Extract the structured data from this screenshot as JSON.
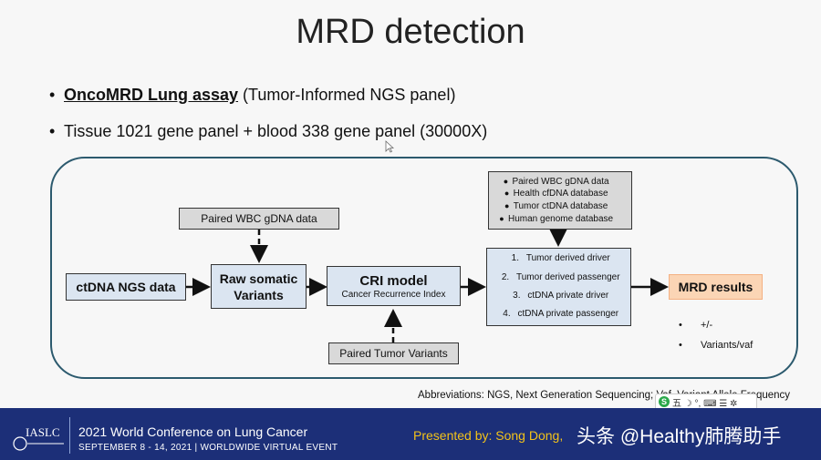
{
  "title": "MRD detection",
  "bullets": [
    {
      "bold_underlined": "OncoMRD Lung assay",
      "rest": " (Tumor-Informed NGS panel)"
    },
    {
      "bold_underlined": "",
      "rest": "Tissue 1021 gene panel + blood 338 gene panel (30000X)"
    }
  ],
  "diagram": {
    "paired_wbc": "Paired WBC gDNA data",
    "ctdna_ngs": "ctDNA NGS data",
    "raw_somatic_line1": "Raw somatic",
    "raw_somatic_line2": "Variants",
    "cri_title": "CRI model",
    "cri_sub": "Cancer Recurrence Index",
    "paired_tumor": "Paired Tumor Variants",
    "databases": [
      "Paired WBC gDNA data",
      "Health cfDNA database",
      "Tumor ctDNA database",
      "Human genome database"
    ],
    "categories": [
      {
        "num": "1.",
        "label": "Tumor derived driver"
      },
      {
        "num": "2.",
        "label": "Tumor derived passenger"
      },
      {
        "num": "3.",
        "label": "ctDNA private driver"
      },
      {
        "num": "4.",
        "label": "ctDNA private passenger"
      }
    ],
    "mrd_results": "MRD results",
    "outputs": [
      "+/-",
      "Variants/vaf"
    ]
  },
  "abbreviations": "Abbreviations: NGS, Next Generation Sequencing; Vaf, Variant Allele Frequency",
  "footer": {
    "logo": "IASLC",
    "title": "2021 World Conference on Lung Cancer",
    "subtitle": "SEPTEMBER 8 - 14, 2021 | WORLDWIDE VIRTUAL EVENT",
    "presenter": "Presented by: Song Dong,",
    "watermark": "头条 @Healthy肺腾助手"
  },
  "ime_toolbar": "五 ☽ °, ⌨ ☰ ✲",
  "colors": {
    "frame": "#2c5a6e",
    "mrd_box": "#fbd5b5",
    "footer_bg": "#1c2f78",
    "presenter": "#f2c21a"
  }
}
